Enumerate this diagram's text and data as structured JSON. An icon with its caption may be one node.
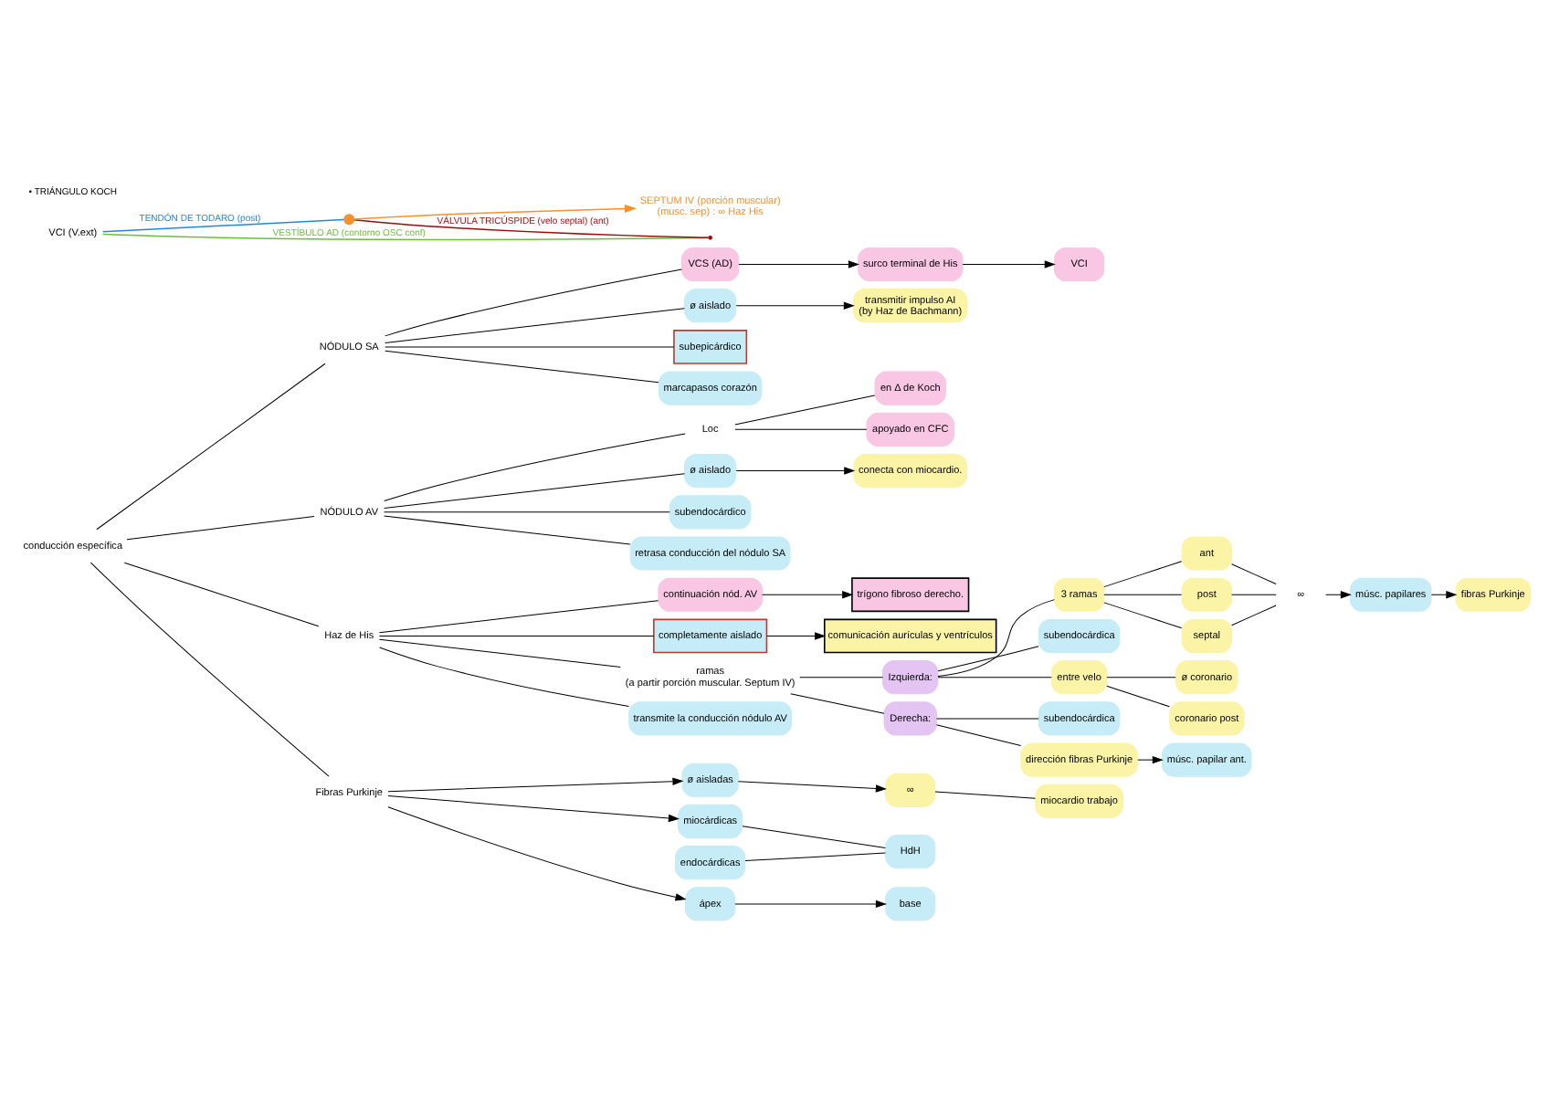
{
  "diagram": {
    "nodes": [
      {
        "text": [
          "conducción específica"
        ]
      },
      {
        "text": [
          "NÓDULO SA"
        ]
      },
      {
        "text": [
          "marcapasos corazón"
        ]
      },
      {
        "text": [
          "VCS (AD)"
        ]
      },
      {
        "text": [
          "surco terminal de His"
        ]
      },
      {
        "text": [
          "VCI"
        ]
      },
      {
        "text": [
          "ø aislado"
        ]
      },
      {
        "text": [
          "transmitir impulso AI",
          "(by Haz de Bachmann)"
        ]
      },
      {
        "text": [
          "subepicárdico"
        ]
      },
      {
        "text": [
          "NÓDULO AV"
        ]
      },
      {
        "text": [
          "retrasa conducción del nódulo SA"
        ]
      },
      {
        "text": [
          "Loc"
        ]
      },
      {
        "text": [
          "apoyado en CFC"
        ]
      },
      {
        "text": [
          "en Δ de Koch"
        ]
      },
      {
        "text": [
          "ø aislado"
        ]
      },
      {
        "text": [
          "conecta con miocardio."
        ]
      },
      {
        "text": [
          "subendocárdico"
        ]
      },
      {
        "text": [
          "Haz de His"
        ]
      },
      {
        "text": [
          "transmite la conducción nódulo AV"
        ]
      },
      {
        "text": [
          "continuación nód. AV"
        ]
      },
      {
        "text": [
          "trígono fibroso derecho."
        ]
      },
      {
        "text": [
          "completamente aislado"
        ]
      },
      {
        "text": [
          "comunicación aurículas y ventrículos"
        ]
      },
      {
        "text": [
          "ramas"
        ],
        "beside": [
          "(a partir porción muscular. Septum IV)"
        ]
      },
      {
        "text": [
          "Derecha:"
        ]
      },
      {
        "text": [
          "subendocárdica"
        ]
      },
      {
        "text": [
          "dirección fibras Purkinje"
        ]
      },
      {
        "text": [
          "músc. papilar ant."
        ]
      },
      {
        "text": [
          "Izquierda:"
        ]
      },
      {
        "text": [
          "subendocárdica"
        ]
      },
      {
        "text": [
          "entre velo"
        ]
      },
      {
        "text": [
          "coronario post"
        ]
      },
      {
        "text": [
          "ø coronario"
        ]
      },
      {
        "text": [
          "3 ramas"
        ]
      },
      {
        "text": [
          "ant"
        ]
      },
      {
        "text": [
          "post"
        ]
      },
      {
        "text": [
          "septal"
        ]
      },
      {
        "text": [
          "∞"
        ]
      },
      {
        "text": [
          "músc. papilares"
        ]
      },
      {
        "text": [
          "fibras Purkinje"
        ]
      },
      {
        "text": [
          "Fibras Purkinje"
        ]
      },
      {
        "text": [
          "miocárdicas"
        ]
      },
      {
        "text": [
          "endocárdicas"
        ]
      },
      {
        "text": [
          "HdH"
        ]
      },
      {
        "text": [
          "ø aisladas"
        ]
      },
      {
        "text": [
          "∞"
        ]
      },
      {
        "text": [
          "miocardio trabajo"
        ]
      },
      {
        "text": [
          "ápex"
        ]
      },
      {
        "text": [
          "base"
        ]
      },
      {
        "text": [
          "VCI (V.ext)"
        ]
      },
      {
        "text": [],
        "shape": "circle"
      },
      {
        "text": [],
        "shape": "point"
      },
      {
        "text": [
          "SEPTUM IV (porción muscular)"
        ],
        "beside": [
          "(musc. sep) : ∞ Haz His"
        ]
      }
    ],
    "edges": [
      {
        "from": 0,
        "to": 1,
        "arrow": "none"
      },
      {
        "from": 0,
        "to": 9,
        "arrow": "none"
      },
      {
        "from": 0,
        "to": 17,
        "arrow": "none"
      },
      {
        "from": 0,
        "to": 40,
        "arrow": "none"
      },
      {
        "from": 1,
        "to": 2,
        "arrow": "none"
      },
      {
        "from": 1,
        "to": 3,
        "arrow": "none"
      },
      {
        "from": 1,
        "to": 6,
        "arrow": "none"
      },
      {
        "from": 1,
        "to": 8,
        "arrow": "none"
      },
      {
        "from": 3,
        "to": 4,
        "arrow": "to"
      },
      {
        "from": 4,
        "to": 5,
        "arrow": "to"
      },
      {
        "from": 6,
        "to": 7,
        "arrow": "to"
      },
      {
        "from": 9,
        "to": 10,
        "arrow": "none"
      },
      {
        "from": 9,
        "to": 11,
        "arrow": "none"
      },
      {
        "from": 9,
        "to": 14,
        "arrow": "none"
      },
      {
        "from": 9,
        "to": 16,
        "arrow": "none"
      },
      {
        "from": 11,
        "to": 12,
        "arrow": "none"
      },
      {
        "from": 11,
        "to": 13,
        "arrow": "none"
      },
      {
        "from": 14,
        "to": 15,
        "arrow": "to"
      },
      {
        "from": 17,
        "to": 18,
        "arrow": "none"
      },
      {
        "from": 17,
        "to": 19,
        "arrow": "none"
      },
      {
        "from": 17,
        "to": 21,
        "arrow": "none"
      },
      {
        "from": 17,
        "to": 23,
        "arrow": "none"
      },
      {
        "from": 19,
        "to": 20,
        "arrow": "to"
      },
      {
        "from": 21,
        "to": 22,
        "arrow": "to"
      },
      {
        "from": 23,
        "to": 24,
        "arrow": "none"
      },
      {
        "from": 23,
        "to": 28,
        "arrow": "none"
      },
      {
        "from": 24,
        "to": 25,
        "arrow": "none"
      },
      {
        "from": 24,
        "to": 26,
        "arrow": "none"
      },
      {
        "from": 26,
        "to": 27,
        "arrow": "to"
      },
      {
        "from": 28,
        "to": 29,
        "arrow": "none"
      },
      {
        "from": 28,
        "to": 30,
        "arrow": "none"
      },
      {
        "from": 28,
        "to": 33,
        "arrow": "none"
      },
      {
        "from": 30,
        "to": 31,
        "arrow": "none"
      },
      {
        "from": 30,
        "to": 32,
        "arrow": "none"
      },
      {
        "from": 33,
        "to": 34,
        "arrow": "none"
      },
      {
        "from": 33,
        "to": 35,
        "arrow": "none"
      },
      {
        "from": 33,
        "to": 36,
        "arrow": "none"
      },
      {
        "from": 34,
        "to": 37,
        "arrow": "none"
      },
      {
        "from": 35,
        "to": 37,
        "arrow": "none"
      },
      {
        "from": 36,
        "to": 37,
        "arrow": "none"
      },
      {
        "from": 37,
        "to": 38,
        "arrow": "to"
      },
      {
        "from": 38,
        "to": 39,
        "arrow": "to"
      },
      {
        "from": 40,
        "to": 41,
        "arrow": "to"
      },
      {
        "from": 41,
        "to": 43,
        "arrow": "none"
      },
      {
        "from": 42,
        "to": 43,
        "arrow": "none"
      },
      {
        "from": 40,
        "to": 44,
        "arrow": "to"
      },
      {
        "from": 44,
        "to": 45,
        "arrow": "to"
      },
      {
        "from": 45,
        "to": 46,
        "arrow": "none"
      },
      {
        "from": 40,
        "to": 47,
        "arrow": "to"
      },
      {
        "from": 47,
        "to": 48,
        "arrow": "to"
      },
      {
        "from": 49,
        "to": 50,
        "arrow": "none",
        "label": "TENDÓN DE TODARO (post)",
        "color": "#1e88e5"
      },
      {
        "from": 50,
        "to": 51,
        "arrow": "none",
        "label": "VÁLVULA TRICÚSPIDE (velo septal) (ant)",
        "color": "#9b0d0d"
      },
      {
        "from": 49,
        "to": 51,
        "arrow": "none",
        "label": "VESTÍBULO AD (contorno OSC conf)",
        "color": "#6cbf3a"
      },
      {
        "from": 50,
        "to": 52,
        "arrow": "to",
        "color": "#f5922f"
      }
    ],
    "labels": [
      "• TRIÁNGULO KOCH"
    ]
  }
}
